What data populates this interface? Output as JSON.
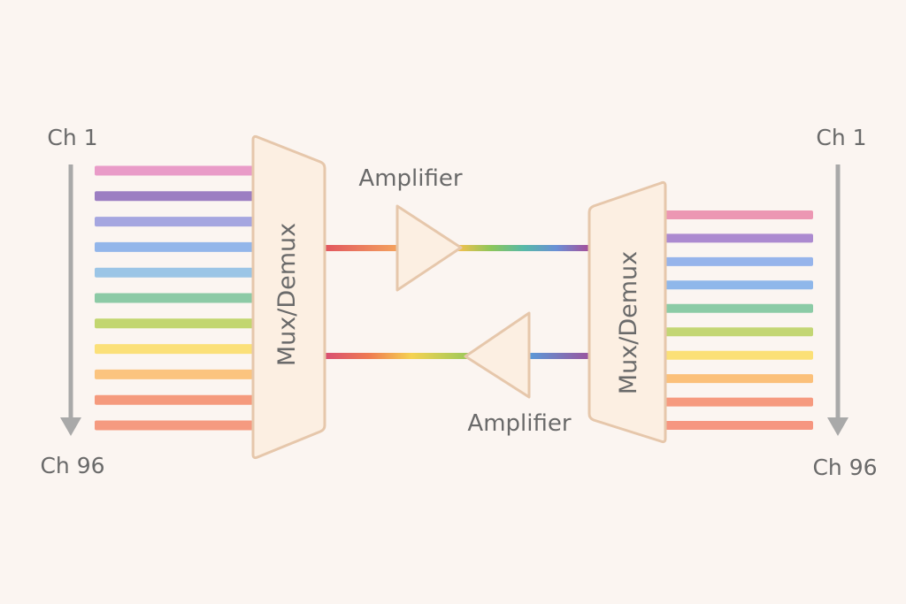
{
  "labels": {
    "left_top": "Ch 1",
    "left_bottom": "Ch 96",
    "right_top": "Ch 1",
    "right_bottom": "Ch 96",
    "mux_left": "Mux/Demux",
    "mux_right": "Mux/Demux",
    "amp_top": "Amplifier",
    "amp_bottom": "Amplifier"
  },
  "colors": {
    "background": "#fbf5f1",
    "block_fill": "#fcefe2",
    "block_stroke": "#e6c7ab",
    "arrow": "#a9a9a9",
    "text": "#6a6a6a",
    "channels_left": [
      "#e99bc8",
      "#9c7ec2",
      "#a5a6e0",
      "#93b6ea",
      "#9bc5e6",
      "#8ccaa6",
      "#c2d66f",
      "#fbe079",
      "#fbc47f",
      "#f59a7d",
      "#f59a80"
    ],
    "channels_right": [
      "#ec97b3",
      "#ac8ad0",
      "#96b4eb",
      "#8fb7ea",
      "#8bcba6",
      "#c3d674",
      "#fbe077",
      "#fbc07a",
      "#f69a7f",
      "#f69680"
    ]
  }
}
